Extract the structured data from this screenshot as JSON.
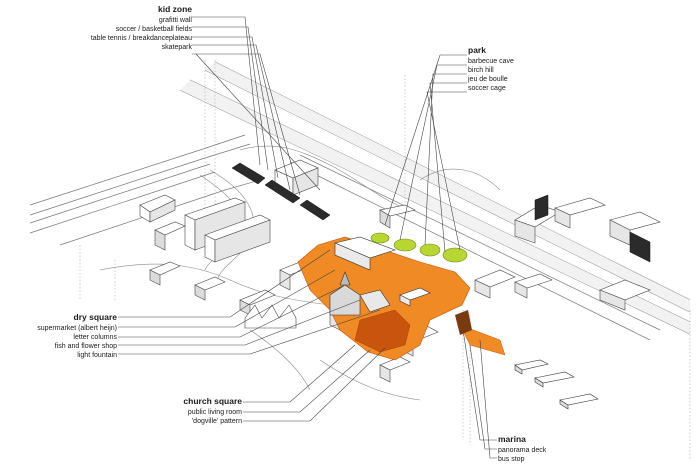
{
  "labels": {
    "kid_zone": {
      "title": "kid zone",
      "items": [
        "grafitti wall",
        "soccer / basketball fields",
        "table tennis / breakdanceplateau",
        "skatepark"
      ]
    },
    "park": {
      "title": "park",
      "items": [
        "barbecue cave",
        "birch hill",
        "jeu de boulle",
        "soccer cage"
      ]
    },
    "dry_square": {
      "title": "dry square",
      "items": [
        "supermarket (albert heijn)",
        "letter columns",
        "fish and flower shop",
        "light fountain"
      ]
    },
    "church_square": {
      "title": "church square",
      "items": [
        "public living room",
        "'dogville' pattern"
      ]
    },
    "marina": {
      "title": "marina",
      "items": [
        "panorama deck",
        "bus stop"
      ]
    }
  },
  "colors": {
    "orange": "#f08a24",
    "dark_orange": "#c9540e",
    "green": "#b7d631",
    "dark_block": "#2b2b2b",
    "line": "#555555"
  }
}
